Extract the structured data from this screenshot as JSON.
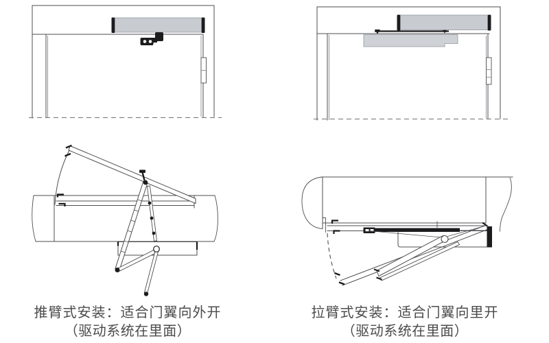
{
  "figures": {
    "push_arm": {
      "caption_line1": "推臂式安装：适合门翼向外开",
      "caption_line2": "（驱动系统在里面）"
    },
    "pull_arm": {
      "caption_line1": "拉臂式安装：适合门翼向里开",
      "caption_line2": "（驱动系统在里面）"
    }
  },
  "colors": {
    "background": "#ffffff",
    "line": "#4e4e52",
    "line_light": "#9298a0",
    "dark": "#1c1c1e",
    "operator_fill": "#c8ccd1",
    "rail_fill": "#ced2d6",
    "caption_text": "#4b4b4b"
  }
}
